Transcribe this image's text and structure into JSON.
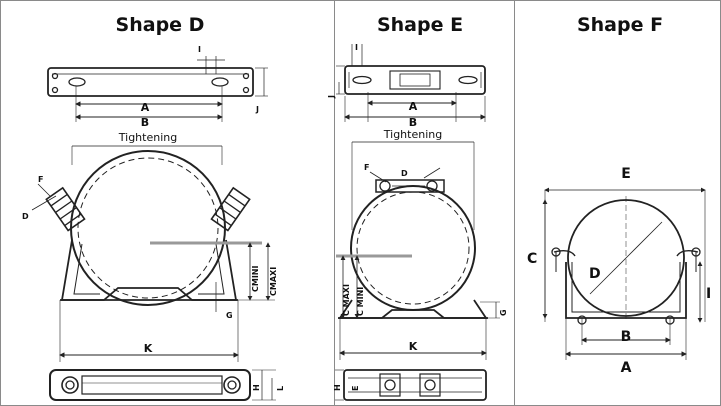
{
  "panels": {
    "d": {
      "title": "Shape D",
      "tightening": "Tightening",
      "labels": {
        "a": "A",
        "b": "B",
        "i": "I",
        "j": "J",
        "f": "F",
        "d": "D",
        "g": "G",
        "k": "K",
        "h": "H",
        "l": "L",
        "cmini": "CMINI",
        "cmaxi": "CMAXI"
      }
    },
    "e": {
      "title": "Shape E",
      "tightening": "Tightening",
      "labels": {
        "a": "A",
        "b": "B",
        "i": "I",
        "j": "J",
        "f": "F",
        "d": "D",
        "g": "G",
        "k": "K",
        "h": "H",
        "e": "E",
        "cmaxi": "C MAXI",
        "cmini": "C MINI"
      }
    },
    "f": {
      "title": "Shape F",
      "labels": {
        "e": "E",
        "c": "C",
        "d": "D",
        "i": "I",
        "b": "B",
        "a": "A"
      }
    }
  }
}
